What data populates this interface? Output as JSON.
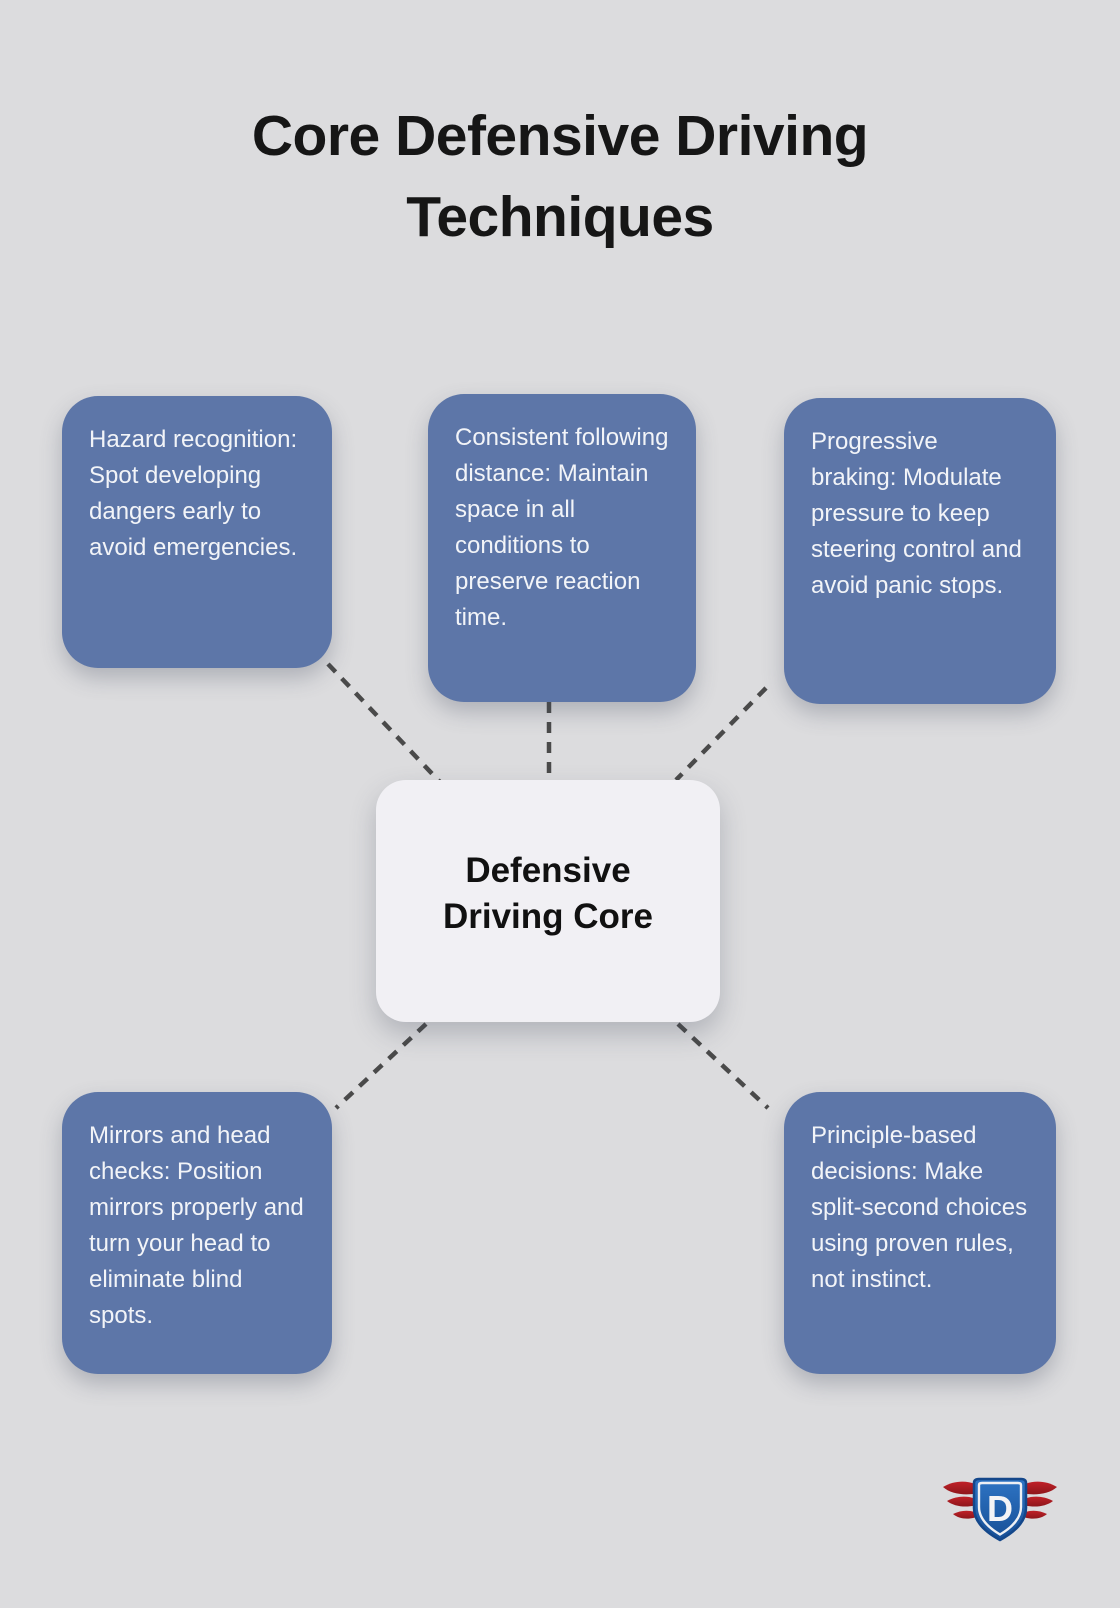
{
  "title": "Core Defensive Driving Techniques",
  "center": {
    "label": "Defensive Driving Core"
  },
  "nodes": [
    {
      "id": "hazard-recognition",
      "text": "Hazard recognition: Spot developing dangers early to avoid emergencies."
    },
    {
      "id": "following-distance",
      "text": "Consistent following distance: Maintain space in all conditions to preserve reaction time."
    },
    {
      "id": "progressive-braking",
      "text": "Progressive braking: Modulate pressure to keep steering control and avoid panic stops."
    },
    {
      "id": "mirrors-head-checks",
      "text": "Mirrors and head checks: Position mirrors properly and turn your head to eliminate blind spots."
    },
    {
      "id": "principle-decisions",
      "text": "Principle-based decisions: Make split-second choices using proven rules, not instinct."
    }
  ],
  "logo": {
    "letter": "D"
  },
  "colors": {
    "background": "#dcdcde",
    "node_fill": "#5d76a8",
    "node_text": "#f2f4f8",
    "center_fill": "#f1f0f4",
    "center_text": "#111111",
    "connector": "#4a4a4a",
    "title_text": "#161616",
    "shield_blue_top": "#2e74c4",
    "shield_blue_bottom": "#174f96",
    "shield_outline": "#14478a",
    "wing_red_top": "#c02128",
    "wing_red_bottom": "#8e161b",
    "logo_letter": "#f4f4f6"
  }
}
